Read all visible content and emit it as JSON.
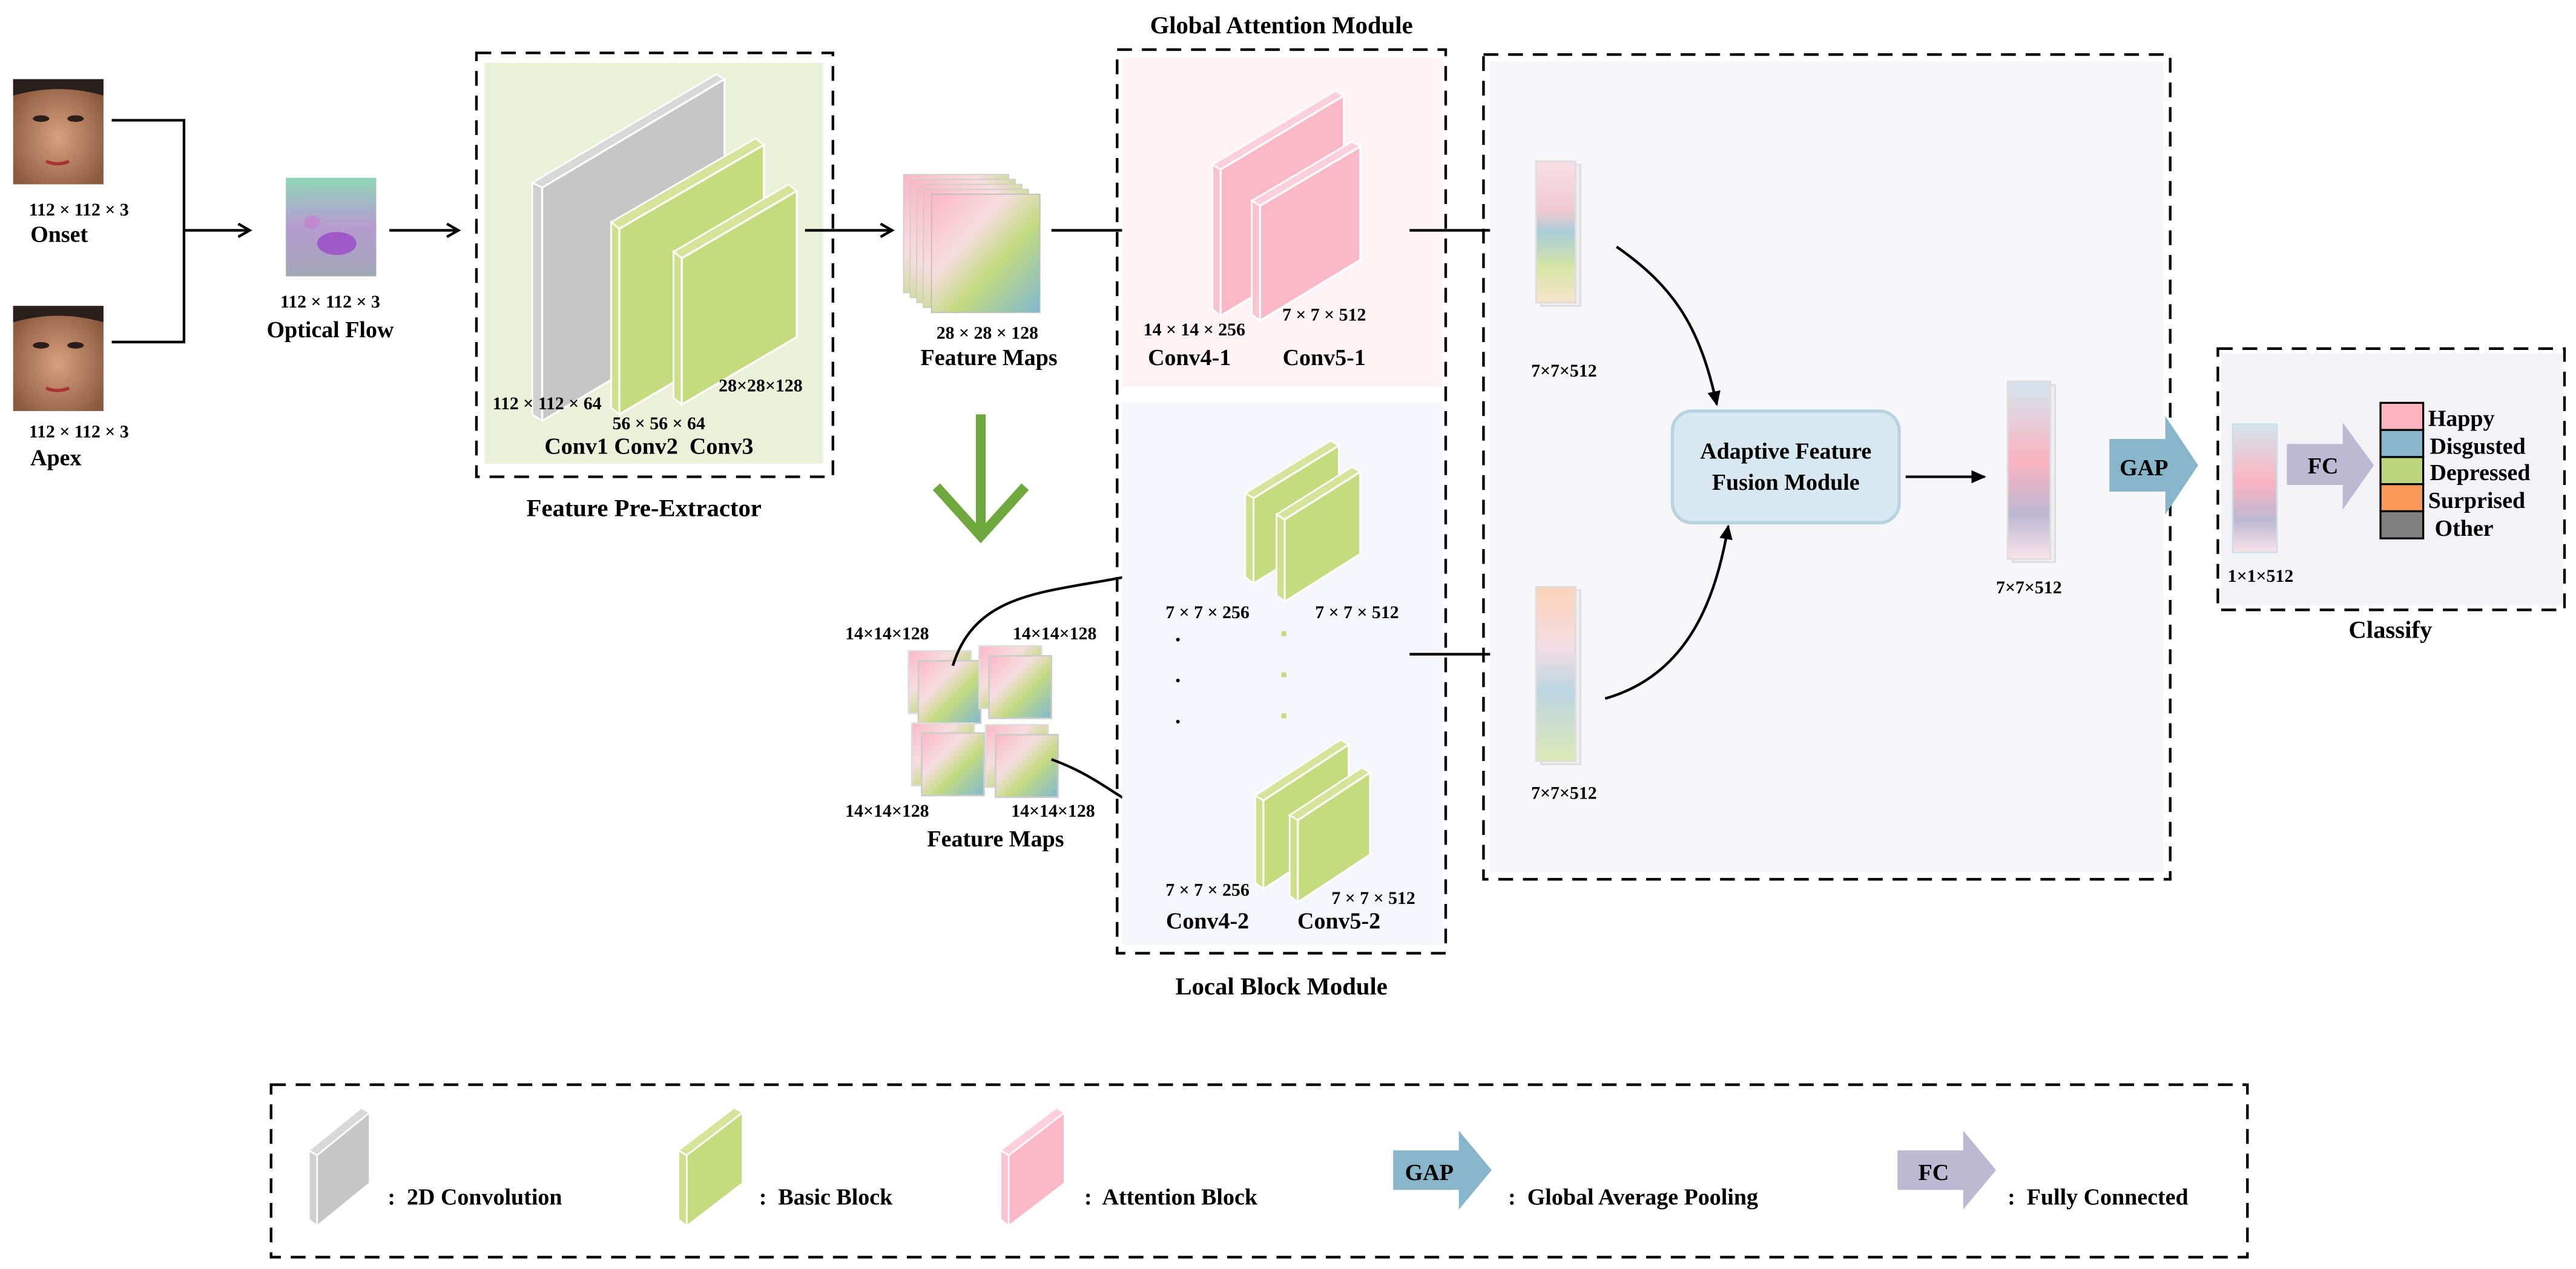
{
  "inputs": {
    "onset": {
      "size": "112 × 112 × 3",
      "label": "Onset"
    },
    "apex": {
      "size": "112 × 112 × 3",
      "label": "Apex"
    },
    "optical_flow": {
      "size": "112 × 112 × 3",
      "label": "Optical Flow"
    }
  },
  "pre_extractor": {
    "title": "Feature Pre-Extractor",
    "conv1_size": "112 × 112 × 64",
    "conv2_size": "56 × 56 × 64",
    "conv3_size": "28×28×128",
    "conv_labels": "Conv1 Conv2  Conv3"
  },
  "feature_maps": {
    "size": "28 × 28 × 128",
    "label": "Feature Maps"
  },
  "split_maps": {
    "sizes": [
      "14×14×128",
      "14×14×128",
      "14×14×128",
      "14×14×128"
    ],
    "label": "Feature Maps"
  },
  "global_attention": {
    "title": "Global Attention Module",
    "conv4_size": "14 × 14 × 256",
    "conv5_size": "7 × 7 × 512",
    "conv4_label": "Conv4-1",
    "conv5_label": "Conv5-1"
  },
  "local_block": {
    "title": "Local Block Module",
    "top_conv4_size": "7 × 7 × 256",
    "top_conv5_size": "7 × 7 × 512",
    "bottom_conv4_size": "7 × 7 × 256",
    "bottom_conv5_size": "7 × 7 × 512",
    "conv4_label": "Conv4-2",
    "conv5_label": "Conv5-2",
    "ellipsis": "."
  },
  "fusion": {
    "global_feature_size": "7×7×512",
    "local_feature_size": "7×7×512",
    "module_line1": "Adaptive Feature",
    "module_line2": "Fusion Module",
    "output_size": "7×7×512"
  },
  "gap_label": "GAP",
  "classify": {
    "title": "Classify",
    "vector_size": "1×1×512",
    "fc_label": "FC",
    "classes": [
      {
        "label": "Happy",
        "color": "#fdb4c0"
      },
      {
        "label": "Disgusted",
        "color": "#87b5ca"
      },
      {
        "label": "Depressed",
        "color": "#bcd47a"
      },
      {
        "label": "Surprised",
        "color": "#f9995a"
      },
      {
        "label": "Other",
        "color": "#808080"
      }
    ]
  },
  "legend": {
    "items": [
      {
        "icon": "2d-convolution-slab",
        "color": "#c6c6c6",
        "label": ":  2D Convolution"
      },
      {
        "icon": "basic-block-slab",
        "color": "#c5dc7e",
        "label": ":  Basic Block"
      },
      {
        "icon": "attention-block-slab",
        "color": "#fbb9c8",
        "label": ":  Attention Block"
      },
      {
        "icon": "gap-arrow",
        "color": "#87b5ca",
        "text": "GAP",
        "label": ":  Global Average Pooling"
      },
      {
        "icon": "fc-arrow",
        "color": "#bdb9d3",
        "text": "FC",
        "label": ":  Fully Connected"
      }
    ]
  }
}
